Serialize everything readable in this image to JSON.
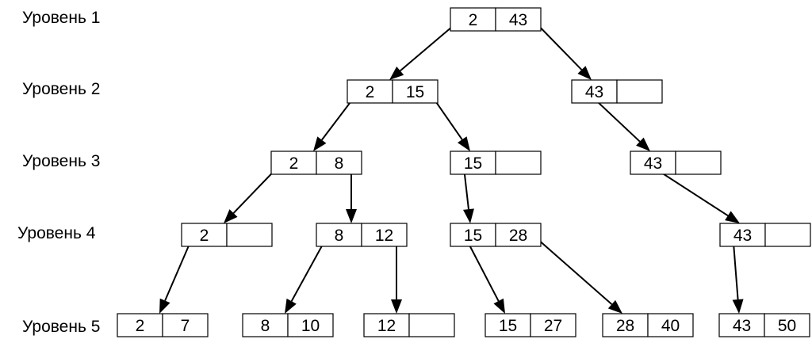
{
  "levels": [
    "Уровень 1",
    "Уровень 2",
    "Уровень 3",
    "Уровень 4",
    "Уровень 5"
  ],
  "nodes": [
    {
      "id": "n1",
      "level": 1,
      "cells": [
        "2",
        "43"
      ]
    },
    {
      "id": "n2a",
      "level": 2,
      "cells": [
        "2",
        "15"
      ]
    },
    {
      "id": "n2b",
      "level": 2,
      "cells": [
        "43",
        ""
      ]
    },
    {
      "id": "n3a",
      "level": 3,
      "cells": [
        "2",
        "8"
      ]
    },
    {
      "id": "n3b",
      "level": 3,
      "cells": [
        "15",
        ""
      ]
    },
    {
      "id": "n3c",
      "level": 3,
      "cells": [
        "43",
        ""
      ]
    },
    {
      "id": "n4a",
      "level": 4,
      "cells": [
        "2",
        ""
      ]
    },
    {
      "id": "n4b",
      "level": 4,
      "cells": [
        "8",
        "12"
      ]
    },
    {
      "id": "n4c",
      "level": 4,
      "cells": [
        "15",
        "28"
      ]
    },
    {
      "id": "n4d",
      "level": 4,
      "cells": [
        "43",
        ""
      ]
    },
    {
      "id": "n5a",
      "level": 5,
      "cells": [
        "2",
        "7"
      ]
    },
    {
      "id": "n5b",
      "level": 5,
      "cells": [
        "8",
        "10"
      ]
    },
    {
      "id": "n5c",
      "level": 5,
      "cells": [
        "12",
        ""
      ]
    },
    {
      "id": "n5d",
      "level": 5,
      "cells": [
        "15",
        "27"
      ]
    },
    {
      "id": "n5e",
      "level": 5,
      "cells": [
        "28",
        "40"
      ]
    },
    {
      "id": "n5f",
      "level": 5,
      "cells": [
        "43",
        "50"
      ]
    }
  ],
  "edges": [
    {
      "from": "n1",
      "cell": 0,
      "to": "n2a"
    },
    {
      "from": "n1",
      "cell": 1,
      "to": "n2b"
    },
    {
      "from": "n2a",
      "cell": 0,
      "to": "n3a"
    },
    {
      "from": "n2a",
      "cell": 1,
      "to": "n3b"
    },
    {
      "from": "n2b",
      "cell": 0,
      "to": "n3c"
    },
    {
      "from": "n3a",
      "cell": 0,
      "to": "n4a"
    },
    {
      "from": "n3a",
      "cell": 1,
      "to": "n4b"
    },
    {
      "from": "n3b",
      "cell": 0,
      "to": "n4c"
    },
    {
      "from": "n3c",
      "cell": 0,
      "to": "n4d"
    },
    {
      "from": "n4a",
      "cell": 0,
      "to": "n5a"
    },
    {
      "from": "n4b",
      "cell": 0,
      "to": "n5b"
    },
    {
      "from": "n4b",
      "cell": 1,
      "to": "n5c"
    },
    {
      "from": "n4c",
      "cell": 0,
      "to": "n5d"
    },
    {
      "from": "n4c",
      "cell": 1,
      "to": "n5e"
    },
    {
      "from": "n4d",
      "cell": 0,
      "to": "n5f"
    }
  ],
  "colors": {
    "stroke": "#000000",
    "background": "#ffffff"
  }
}
